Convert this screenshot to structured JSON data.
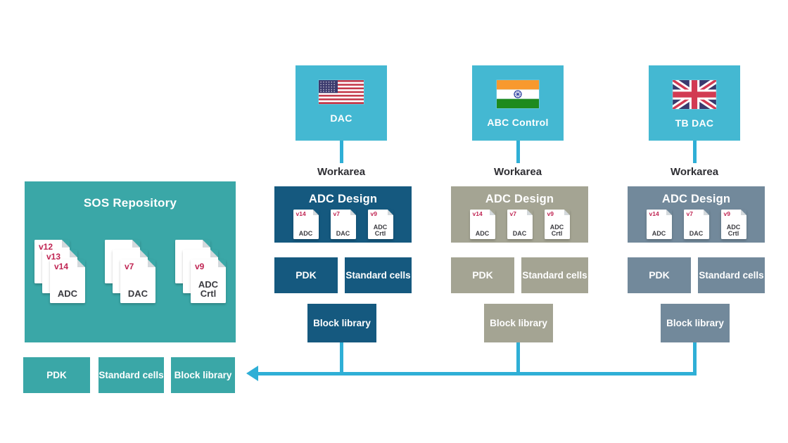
{
  "colors": {
    "teal": "#3AA7A7",
    "sky": "#44B8D2",
    "navy": "#15597F",
    "tan": "#A4A493",
    "slate": "#72899B",
    "arrow": "#2FAFD6",
    "crimson": "#C02553",
    "ink": "#2E2E33",
    "docname": "#3B3B40",
    "fold": "#D4D9DC"
  },
  "repository": {
    "title": "SOS Repository",
    "stacks": [
      {
        "docs": [
          {
            "version": "v12",
            "name": ""
          },
          {
            "version": "v13",
            "name": ""
          },
          {
            "version": "v14",
            "name": "ADC"
          }
        ]
      },
      {
        "docs": [
          {
            "version": "",
            "name": ""
          },
          {
            "version": "",
            "name": ""
          },
          {
            "version": "v7",
            "name": "DAC"
          }
        ]
      },
      {
        "docs": [
          {
            "version": "",
            "name": ""
          },
          {
            "version": "",
            "name": ""
          },
          {
            "version": "v9",
            "name": "ADC Crtl"
          }
        ]
      }
    ]
  },
  "shared_boxes": [
    {
      "label": "PDK"
    },
    {
      "label": "Standard cells"
    },
    {
      "label": "Block library"
    }
  ],
  "columns": [
    {
      "flag_icon": "us-flag",
      "label": "DAC",
      "workarea": "Workarea",
      "design_title": "ADC Design",
      "docs": [
        {
          "version": "v14",
          "name": "ADC"
        },
        {
          "version": "v7",
          "name": "DAC"
        },
        {
          "version": "v9",
          "name": "ADC Crtl"
        }
      ],
      "pdk": "PDK",
      "standard_cells": "Standard cells",
      "block_library": "Block library"
    },
    {
      "flag_icon": "india-flag",
      "label": "ABC Control",
      "workarea": "Workarea",
      "design_title": "ADC Design",
      "docs": [
        {
          "version": "v14",
          "name": "ADC"
        },
        {
          "version": "v7",
          "name": "DAC"
        },
        {
          "version": "v9",
          "name": "ADC Crtl"
        }
      ],
      "pdk": "PDK",
      "standard_cells": "Standard cells",
      "block_library": "Block library"
    },
    {
      "flag_icon": "uk-flag",
      "label": "TB DAC",
      "workarea": "Workarea",
      "design_title": "ADC Design",
      "docs": [
        {
          "version": "v14",
          "name": "ADC"
        },
        {
          "version": "v7",
          "name": "DAC"
        },
        {
          "version": "v9",
          "name": "ADC Crtl"
        }
      ],
      "pdk": "PDK",
      "standard_cells": "Standard cells",
      "block_library": "Block library"
    }
  ]
}
